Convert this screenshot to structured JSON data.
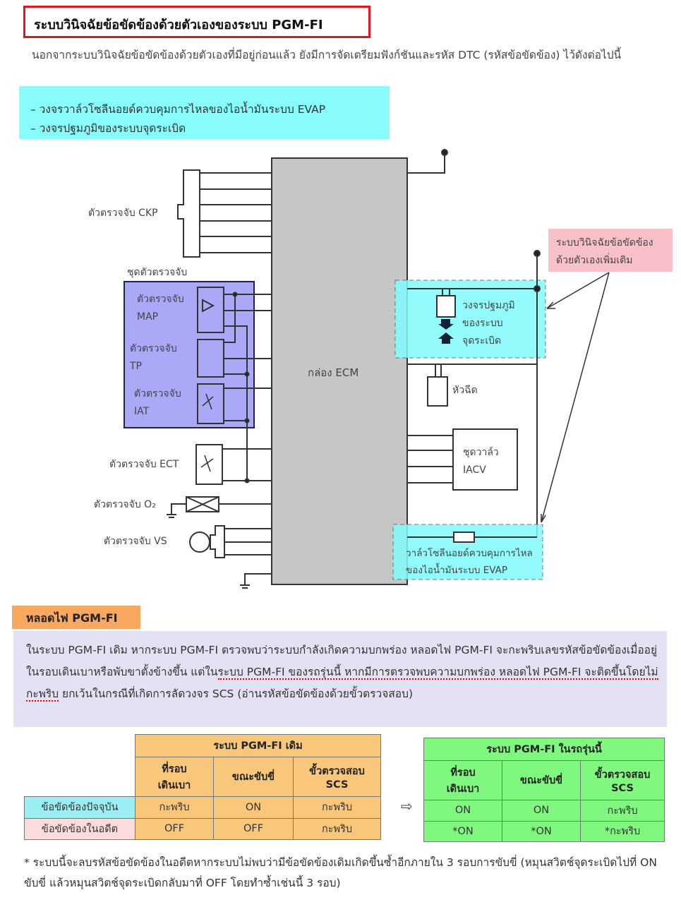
{
  "title": "ระบบวินิจฉัยข้อขัดข้องด้วยตัวเองของระบบ PGM-FI",
  "intro": "นอกจากระบบวินิจฉัยข้อขัดข้องด้วยตัวเองที่มีอยู่ก่อนแล้ว ยังมีการจัดเตรียมฟังก์ชันและรหัส DTC (รหัสข้อขัดข้อง) ไว้ดังต่อไปนี้",
  "bullets": [
    "–  วงจรวาล์วโซลีนอยด์ควบคุมการไหลของไอน้ำมันระบบ EVAP",
    "–  วงจรปฐมภูมิของระบบจุดระเบิด"
  ],
  "diagram": {
    "ecm": "กล่อง ECM",
    "ckp": "ตัวตรวจจับ CKP",
    "sensor_unit": "ชุดตัวตรวจจับ",
    "map": [
      "ตัวตรวจจับ",
      "MAP"
    ],
    "tp": [
      "ตัวตรวจจับ",
      "TP"
    ],
    "iat": [
      "ตัวตรวจจับ",
      "IAT"
    ],
    "ect": "ตัวตรวจจับ ECT",
    "o2": "ตัวตรวจจับ O₂",
    "vs": "ตัวตรวจจับ VS",
    "ignition": [
      "วงจรปฐมภูมิ",
      "ของระบบ",
      "จุดระเบิด"
    ],
    "injector": "หัวฉีด",
    "iacv": [
      "ชุดวาล์ว",
      "IACV"
    ],
    "evap": [
      "วาล์วโซลีนอยด์ควบคุมการไหล",
      "ของไอน้ำมันระบบ EVAP"
    ],
    "callout": [
      "ระบบวินิจฉัยข้อขัดข้อง",
      "ด้วยตัวเองเพิ่มเติม"
    ],
    "colors": {
      "blue_box": "#a9a9f8",
      "cyan_box": "#80fafa",
      "pink_box": "#f8c0c8",
      "ecm": "#c6c6c6"
    }
  },
  "lamp": {
    "heading": "หลอดไฟ PGM-FI",
    "text_a": "ในระบบ PGM-FI เดิม หากระบบ PGM-FI ตรวจพบว่าระบบกำลังเกิดความบกพร่อง หลอดไฟ PGM-FI จะกะพริบเลขรหัสข้อขัดข้องเมื่ออยู่ในรอบเดินเบาหรือพับขาตั้งข้างขึ้น แต่ใน",
    "text_b": "ระบบ PGM-FI ของรถรุ่นนี้ หากมีการตรวจพบความบกพร่อง หลอดไฟ PGM-FI จะติดขึ้นโดยไม่กะพริบ",
    "text_c": " ยกเว้นในกรณีที่เกิดการลัดวงจร SCS (อ่านรหัสข้อขัดข้องด้วยขั้วตรวจสอบ)"
  },
  "table_old": {
    "title": "ระบบ PGM-FI เดิม",
    "columns": [
      "ที่รอบ\nเดินเบา",
      "ขณะขับขี่",
      "ขั้วตรวจสอบ\nSCS"
    ],
    "rows": [
      {
        "label": "ข้อขัดข้องปัจจุบัน",
        "values": [
          "กะพริบ",
          "ON",
          "กะพริบ"
        ]
      },
      {
        "label": "ข้อขัดข้องในอดีต",
        "values": [
          "OFF",
          "OFF",
          "กะพริบ"
        ]
      }
    ]
  },
  "arrow": "⇨",
  "table_new": {
    "title": "ระบบ PGM-FI ในรถรุ่นนี้",
    "columns": [
      "ที่รอบ\nเดินเบา",
      "ขณะขับขี่",
      "ขั้วตรวจสอบ\nSCS"
    ],
    "rows": [
      {
        "values": [
          "ON",
          "ON",
          "กะพริบ"
        ]
      },
      {
        "values": [
          "*ON",
          "*ON",
          "*กะพริบ"
        ]
      }
    ]
  },
  "footnote": "* ระบบนี้จะลบรหัสข้อขัดข้องในอดีตหากระบบไม่พบว่ามีข้อขัดข้องเดิมเกิดขึ้นซ้ำอีกภายใน 3 รอบการขับขี่ (หมุนสวิตช์จุดระเบิดไปที่ ON ขับขี่ แล้วหมุนสวิตช์จุดระเบิดกลับมาที่ OFF โดยทำซ้ำเช่นนี้ 3 รอบ)"
}
